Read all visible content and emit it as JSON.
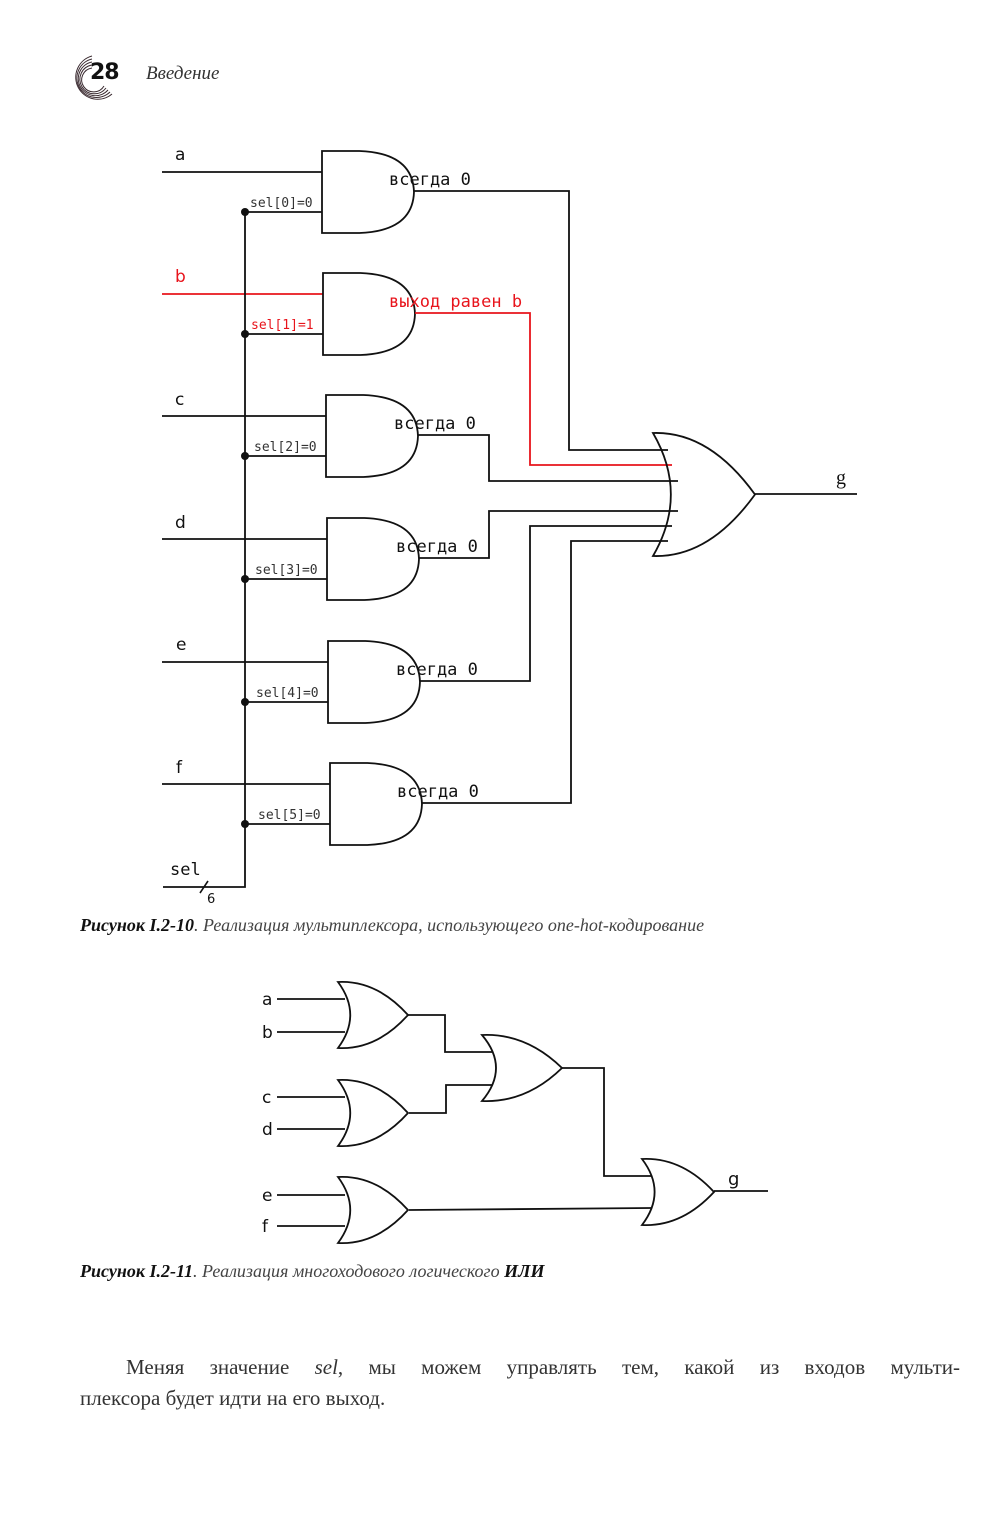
{
  "header": {
    "page_number": "28",
    "section_title": "Введение"
  },
  "figure1": {
    "inputs": [
      "a",
      "b",
      "c",
      "d",
      "e",
      "f"
    ],
    "select_labels": [
      "sel[0]=0",
      "sel[1]=1",
      "sel[2]=0",
      "sel[3]=0",
      "sel[4]=0",
      "sel[5]=0"
    ],
    "gate_outputs": [
      "всегда 0",
      "выход равен b",
      "всегда 0",
      "всегда 0",
      "всегда 0",
      "всегда 0"
    ],
    "highlighted_input": "b",
    "highlight_color": "#e8141c",
    "wire_color": "#111111",
    "bus_label": "sel",
    "bus_width": "6",
    "output_label": "g",
    "caption_label": "Рисунок I.2-10",
    "caption_text": ". Реализация мультиплексора, использующего one-hot-кодирование"
  },
  "figure2": {
    "inputs": [
      "a",
      "b",
      "c",
      "d",
      "e",
      "f"
    ],
    "output_label": "g",
    "caption_label": "Рисунок I.2-11",
    "caption_text": ". Реализация многоходового логического ",
    "caption_tail": "ИЛИ"
  },
  "body": {
    "line1_before": "Меняя значение ",
    "line1_em": "sel",
    "line1_after": ", мы можем управлять тем, какой из входов мульти-",
    "line2": "плексора будет идти на его выход."
  }
}
